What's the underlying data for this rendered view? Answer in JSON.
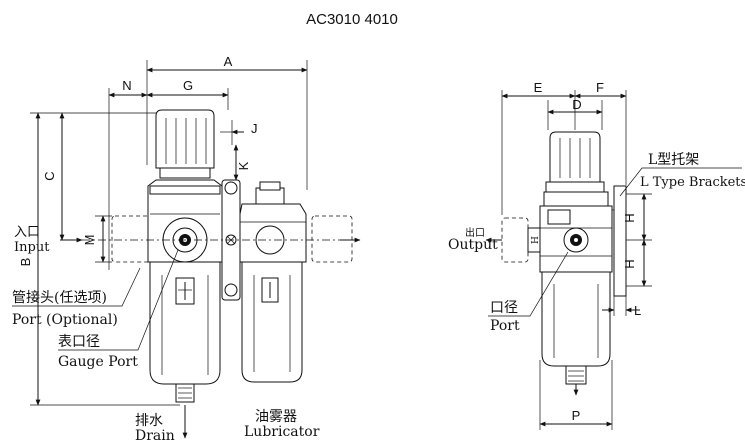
{
  "title": "AC3010  4010",
  "dimensions": {
    "A": "A",
    "B": "B",
    "C": "C",
    "D": "D",
    "E": "E",
    "F": "F",
    "G": "G",
    "H": "H",
    "J": "J",
    "K": "K",
    "L": "L",
    "M": "M",
    "N": "N",
    "P": "P"
  },
  "labels": {
    "inlet_cn": "入口",
    "inlet_en": "Input",
    "port_optional_cn": "管接头(任选项)",
    "port_optional_en": "Port (Optional)",
    "gauge_port_cn": "表口径",
    "gauge_port_en": "Gauge Port",
    "drain_cn": "排水",
    "drain_en": "Drain",
    "lubricator_cn": "油雾器",
    "lubricator_en": "Lubricator",
    "outlet_cn": "出口",
    "outlet_en": "Output",
    "port_cn": "口径",
    "port_en": "Port",
    "bracket_cn": "L型托架",
    "bracket_en": "L Type Brackets"
  }
}
